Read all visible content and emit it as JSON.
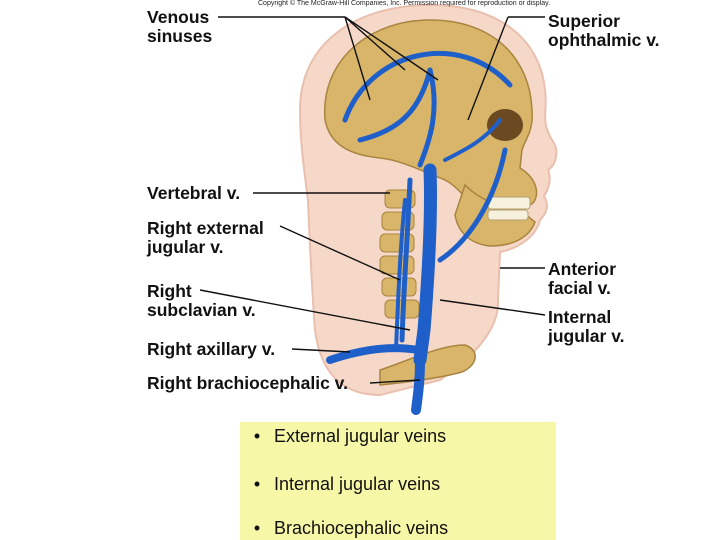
{
  "copyright": "Copyright © The McGraw-Hill Companies, Inc. Permission required for reproduction or display.",
  "labels": {
    "venous_sinuses": "Venous\nsinuses",
    "superior_ophthalmic": "Superior\nophthalmic v.",
    "vertebral": "Vertebral v.",
    "right_external_jugular": "Right external\njugular v.",
    "anterior_facial": "Anterior\nfacial v.",
    "right_subclavian": "Right\nsubclavian v.",
    "internal_jugular": "Internal\njugular v.",
    "right_axillary": "Right axillary v.",
    "right_brachiocephalic": "Right brachiocephalic v."
  },
  "notes": {
    "bullet": "•",
    "items": [
      "External jugular veins",
      "Internal jugular veins",
      "Brachiocephalic veins"
    ]
  },
  "colors": {
    "skin": "#f6d8c8",
    "bone": "#d9b56a",
    "vein": "#1f5fc9",
    "note_bg": "#f7f7a8"
  }
}
